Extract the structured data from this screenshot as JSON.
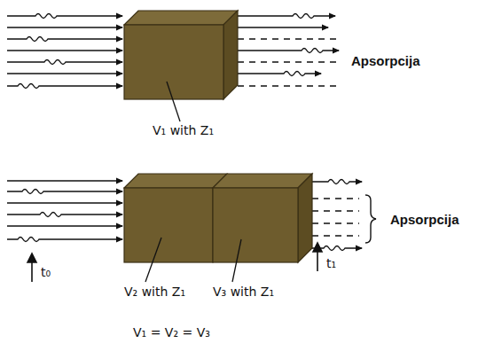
{
  "diagram": {
    "labels": [
      "Apsorpcija",
      "V₁ with Z₁",
      "Apsorpcija",
      "t₀",
      "V₂ with Z₁",
      "V₃ with Z₁",
      "t₁",
      "V₁ = V₂ = V₃"
    ]
  }
}
